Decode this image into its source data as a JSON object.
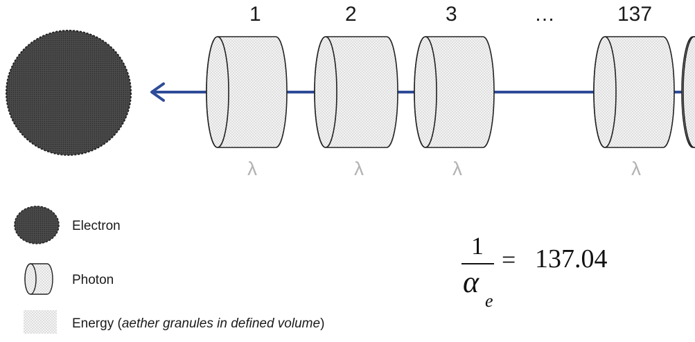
{
  "diagram": {
    "photon_numbers": [
      "1",
      "2",
      "3",
      "…",
      "137"
    ],
    "wavelength_symbol": "λ",
    "wavelength_color": "#b3b3b3",
    "line_color": "#2e4c97",
    "electron_color": "#3a3a3a",
    "photon_fill": "#f3f3f3"
  },
  "legend": {
    "electron": "Electron",
    "photon": "Photon",
    "energy_prefix": "Energy (",
    "energy_italic": "aether granules in defined volume",
    "energy_suffix": ")"
  },
  "formula": {
    "numerator": "1",
    "symbol": "α",
    "subscript": "e",
    "equals": "=",
    "value": "137.04"
  }
}
